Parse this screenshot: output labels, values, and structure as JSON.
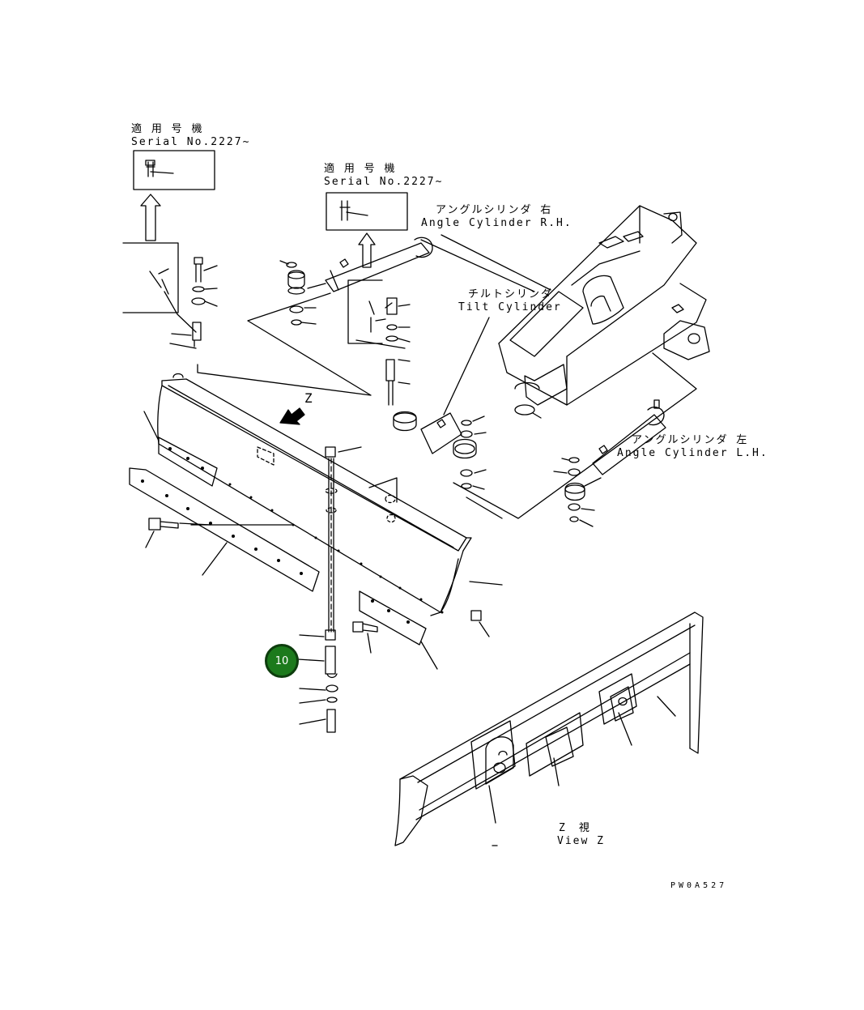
{
  "labels": {
    "serial_a_jp": "適 用 号 機",
    "serial_a_en": "Serial No.2227~",
    "serial_b_jp": "適 用 号 機",
    "serial_b_en": "Serial No.2227~",
    "angle_rh_jp": "アングルシリンダ 右",
    "angle_rh_en": "Angle Cylinder R.H.",
    "tilt_jp": "チルトシリンダ",
    "tilt_en": "Tilt Cylinder",
    "angle_lh_jp": "アングルシリンダ 左",
    "angle_lh_en": "Angle Cylinder L.H.",
    "view_jp": "Z　視",
    "view_en": "View Z",
    "z_marker": "Z",
    "figure_code": "PW0A527"
  },
  "callout": {
    "number": "10",
    "color": "#1c7a1c"
  }
}
